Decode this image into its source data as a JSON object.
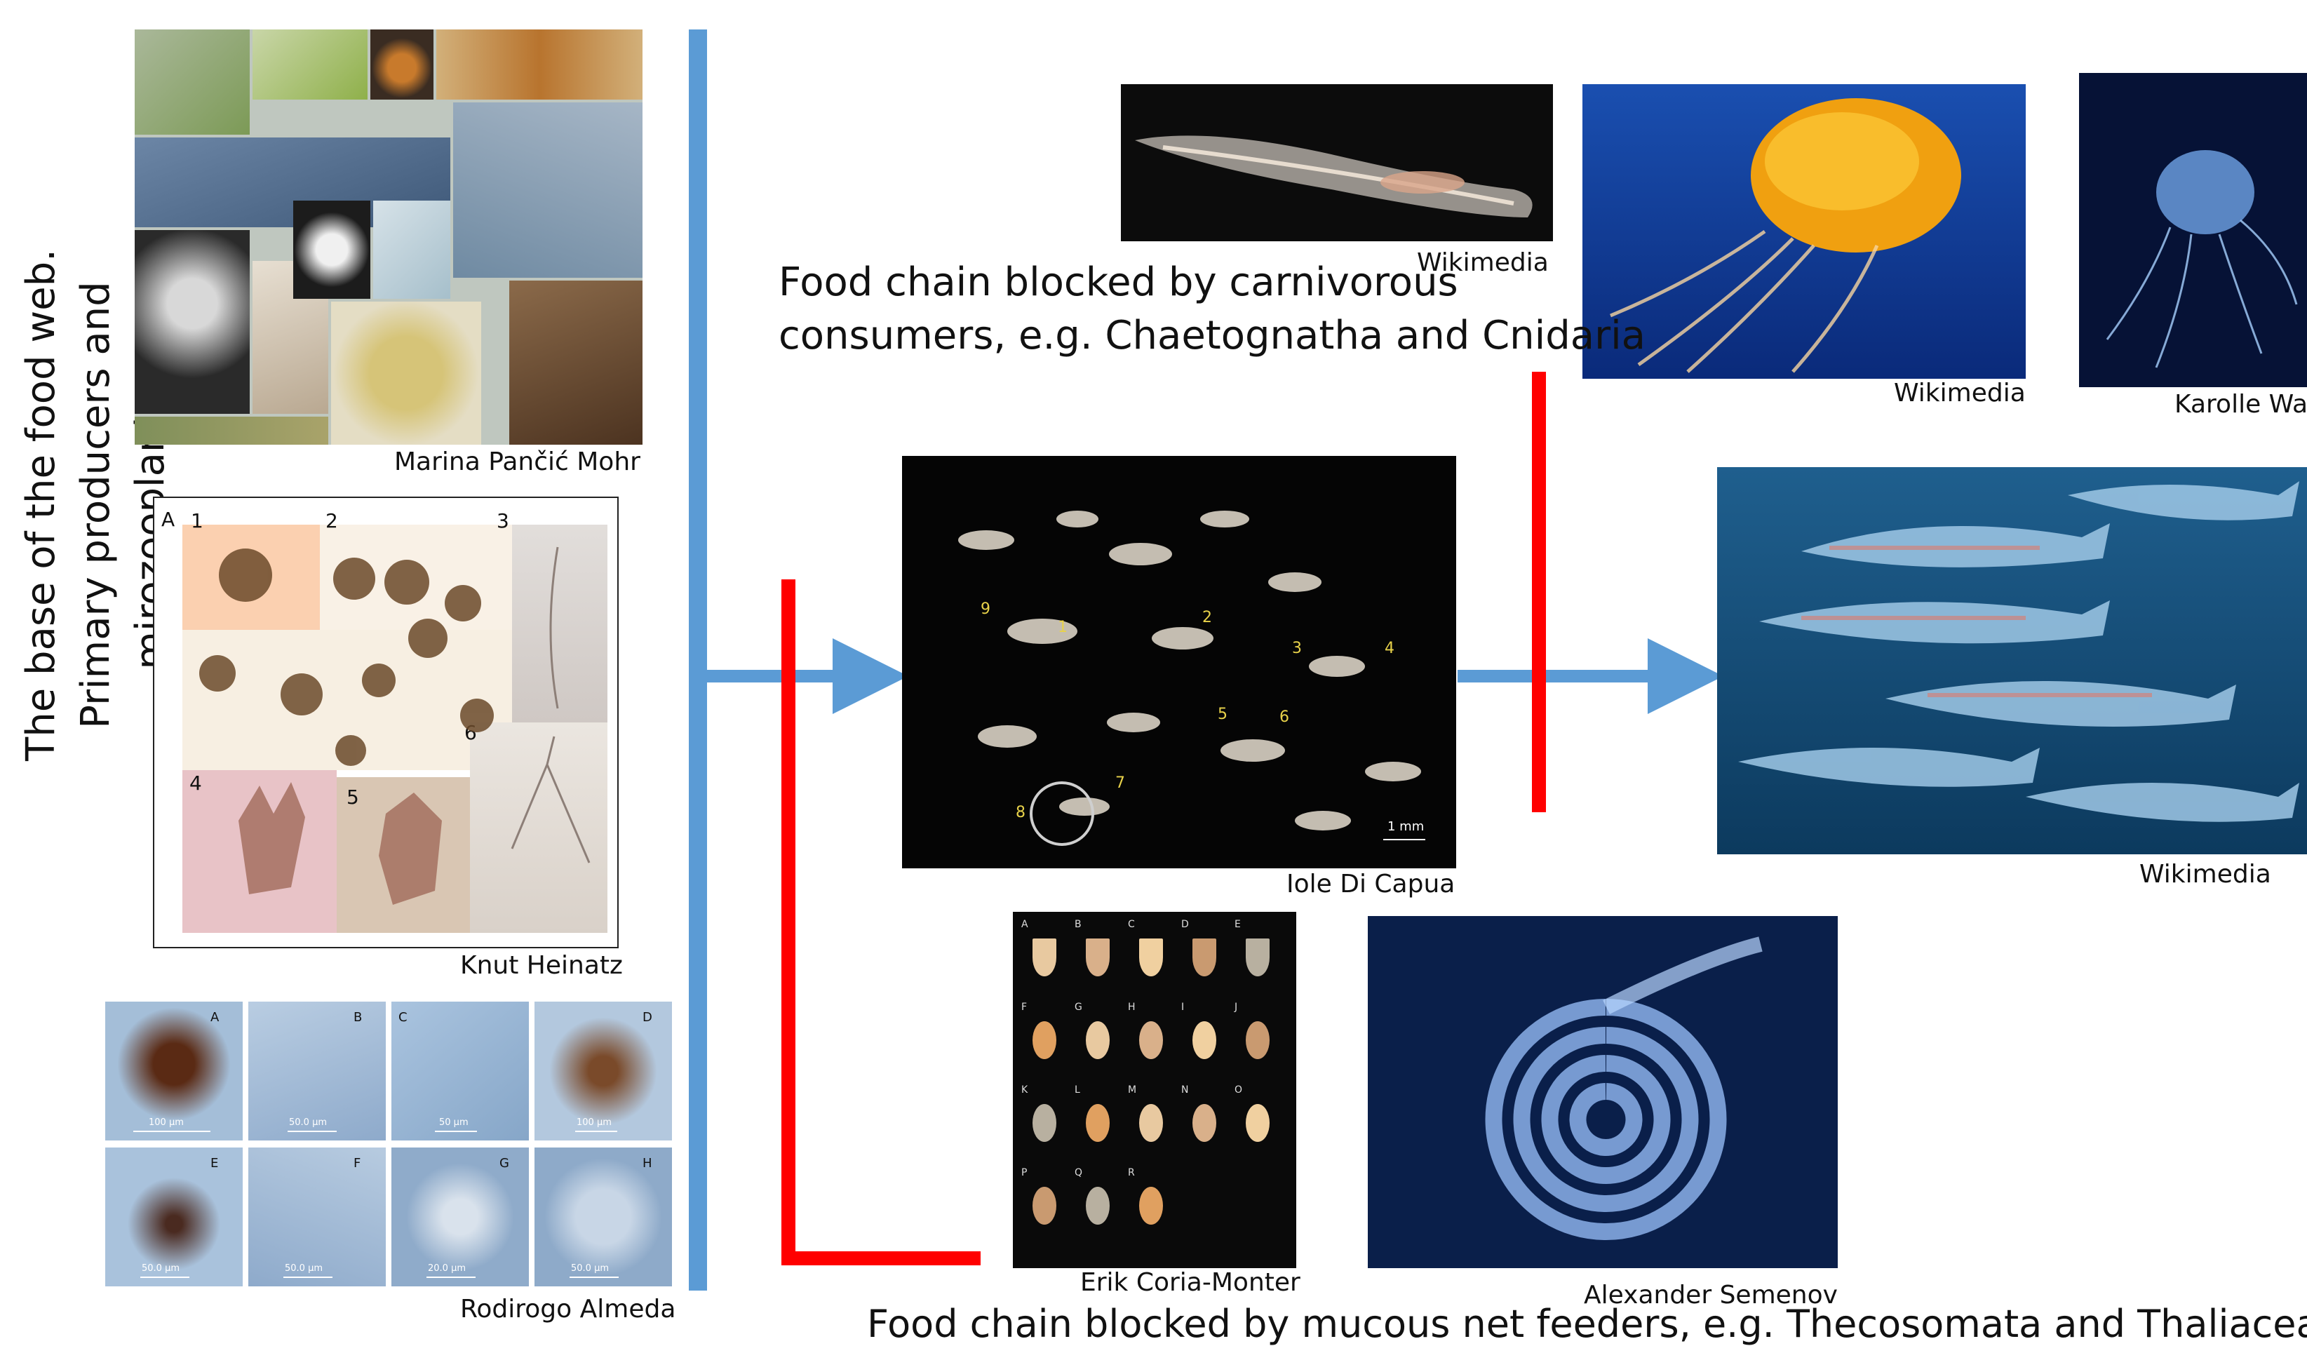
{
  "left_title": {
    "line1": "The base of the food web.",
    "line2": "Primary producers and mirozooplankton"
  },
  "credits": {
    "phytoplankton": "Marina Pančić Mohr",
    "dinoflagellates": "Knut Heinatz",
    "ciliates": "Rodirogo Almeda",
    "copepods": "Iole Di Capua",
    "chaetognath": "Wikimedia",
    "jellyfish_orange": "Wikimedia",
    "jellyfish_blue": "Karolle Wa",
    "fish": "Wikimedia",
    "pteropods": "Erik Coria-Monter",
    "salp": "Alexander Semenov"
  },
  "captions": {
    "carnivorous_line1": "Food chain blocked by carnivorous",
    "carnivorous_line2": "consumers, e.g. Chaetognatha and Cnidaria",
    "mucous": "Food chain blocked by mucous net feeders, e.g. Thecosomata and Thaliacea"
  },
  "dino_panel": {
    "panel_letter": "A",
    "numbers": [
      "1",
      "2",
      "3",
      "4",
      "5",
      "6"
    ]
  },
  "ciliate_panel": {
    "letters": [
      "A",
      "B",
      "C",
      "D",
      "E",
      "F",
      "G",
      "H"
    ],
    "scales": [
      "100 µm",
      "50.0 µm",
      "50 µm",
      "100 µm",
      "50.0 µm",
      "50.0 µm",
      "20.0 µm",
      "50.0 µm"
    ]
  },
  "copepod_panel": {
    "labels": [
      "1",
      "2",
      "3",
      "4",
      "5",
      "6",
      "7",
      "8",
      "9"
    ],
    "scale": "1 mm"
  },
  "pteropod_panel": {
    "letters": [
      "A",
      "B",
      "C",
      "D",
      "E",
      "F",
      "G",
      "H",
      "I",
      "J",
      "K",
      "L",
      "M",
      "N",
      "O",
      "P",
      "Q",
      "R"
    ]
  },
  "colors": {
    "blue_arrow": "#5b9bd5",
    "red_block": "#ff0000"
  }
}
